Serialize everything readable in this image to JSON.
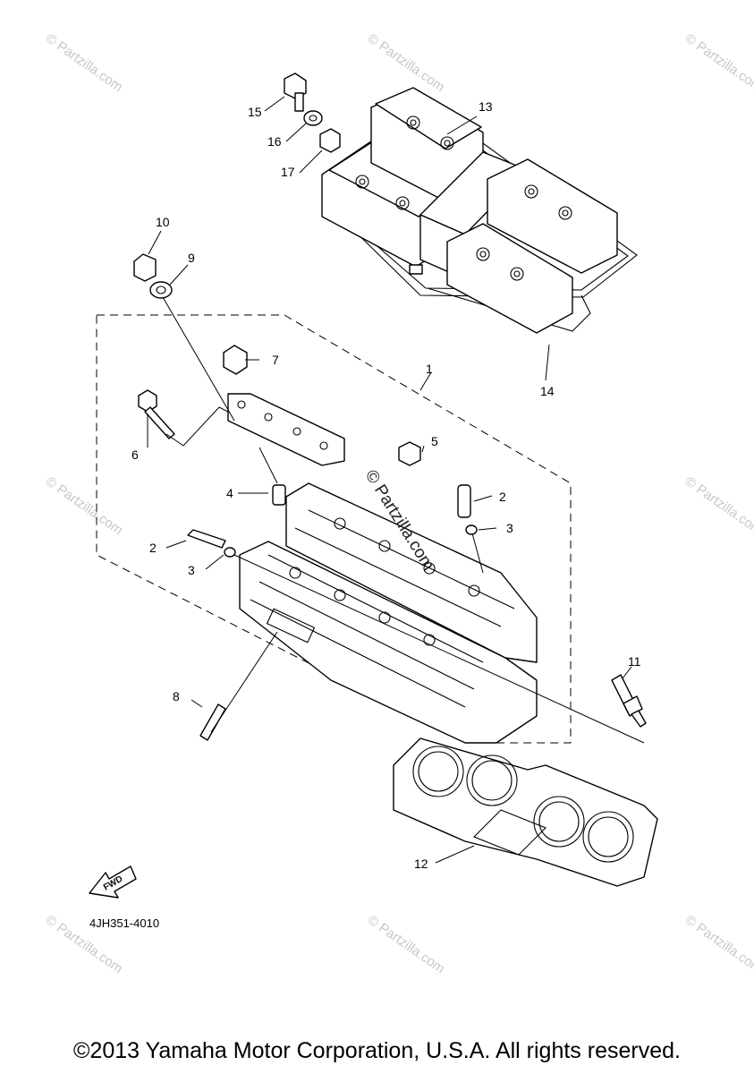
{
  "watermark": {
    "text": "© Partzilla.com",
    "center_text": "© Partzilla.com"
  },
  "callouts": [
    "1",
    "2",
    "3",
    "4",
    "5",
    "6",
    "7",
    "8",
    "9",
    "10",
    "11",
    "12",
    "13",
    "14",
    "15",
    "16",
    "17"
  ],
  "diagram_code": "4JH351-4010",
  "fwd_label": "FWD",
  "copyright": "©2013 Yamaha Motor Corporation, U.S.A. All rights reserved."
}
